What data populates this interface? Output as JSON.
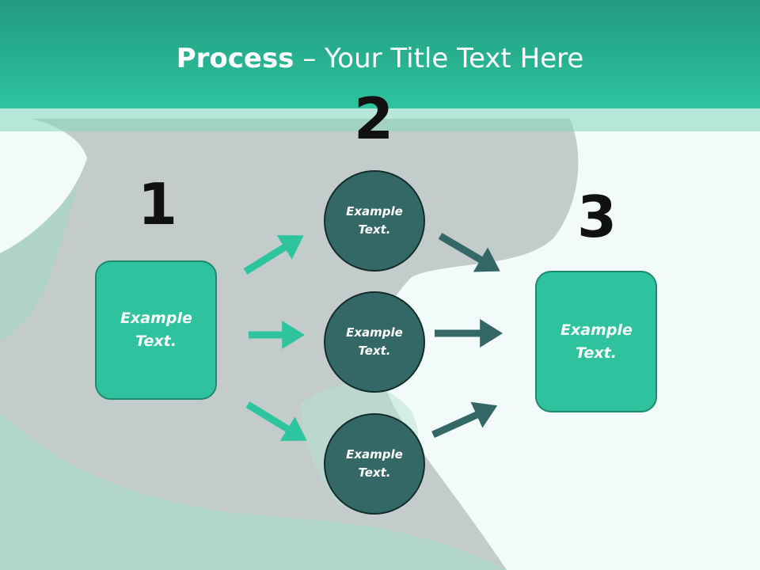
{
  "title": {
    "bold": "Process",
    "rest": " – Your Title Text Here"
  },
  "steps": {
    "one": "1",
    "two": "2",
    "three": "3"
  },
  "left_box": {
    "text": "Example Text."
  },
  "circles": [
    {
      "text": "Example Text."
    },
    {
      "text": "Example Text."
    },
    {
      "text": "Example Text."
    }
  ],
  "right_box": {
    "text": "Example Text."
  },
  "colors": {
    "header": "#2ec4a0",
    "box_fill": "#2ec29e",
    "circle_fill": "#336867",
    "arrow_green": "#2ec4a0",
    "arrow_dark": "#336867"
  }
}
